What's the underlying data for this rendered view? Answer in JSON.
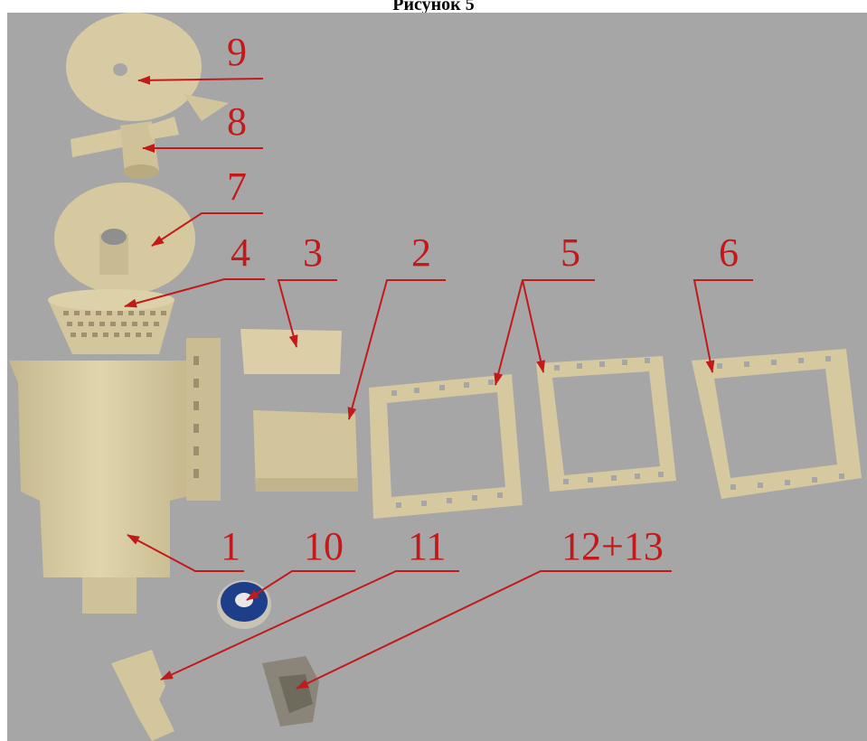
{
  "title": "Рисунок 5",
  "labels": [
    {
      "id": "callout-9",
      "text": "9"
    },
    {
      "id": "callout-8",
      "text": "8"
    },
    {
      "id": "callout-7",
      "text": "7"
    },
    {
      "id": "callout-4",
      "text": "4"
    },
    {
      "id": "callout-3",
      "text": "3"
    },
    {
      "id": "callout-2",
      "text": "2"
    },
    {
      "id": "callout-5",
      "text": "5"
    },
    {
      "id": "callout-6",
      "text": "6"
    },
    {
      "id": "callout-1",
      "text": "1"
    },
    {
      "id": "callout-10",
      "text": "10"
    },
    {
      "id": "callout-11",
      "text": "11"
    },
    {
      "id": "callout-12-13",
      "text": "12+13"
    }
  ],
  "colors": {
    "background": "#a6a6a6",
    "part": "#d6c9a0",
    "part_shade": "#b9ab80",
    "callout": "#c21a1a",
    "gasket_blue": "#1d3f8a"
  }
}
